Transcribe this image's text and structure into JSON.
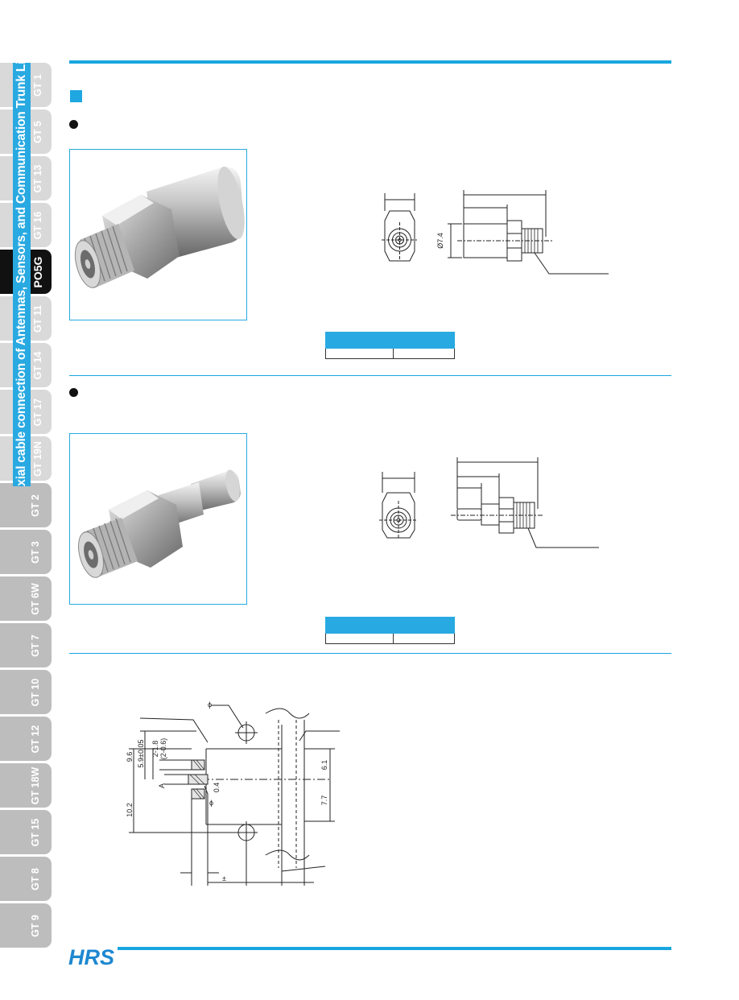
{
  "side_title": "Coaxial cable connection of Antennas, Sensors, and Communication Trunk Lines",
  "tabs": [
    {
      "label": "GT 1",
      "state": "light"
    },
    {
      "label": "GT 5",
      "state": "light"
    },
    {
      "label": "GT 13",
      "state": "light"
    },
    {
      "label": "GT 16",
      "state": "light"
    },
    {
      "label": "PO5G",
      "state": "active"
    },
    {
      "label": "GT 11",
      "state": "light"
    },
    {
      "label": "GT 14",
      "state": "light"
    },
    {
      "label": "GT 17",
      "state": "light"
    },
    {
      "label": "GT 19N",
      "state": "light"
    },
    {
      "label": "GT 2",
      "state": "dark"
    },
    {
      "label": "GT 3",
      "state": "dark"
    },
    {
      "label": "GT 6W",
      "state": "dark"
    },
    {
      "label": "GT 7",
      "state": "dark"
    },
    {
      "label": "GT 10",
      "state": "dark"
    },
    {
      "label": "GT 12",
      "state": "dark"
    },
    {
      "label": "GT 18W",
      "state": "dark"
    },
    {
      "label": "GT 15",
      "state": "dark"
    },
    {
      "label": "GT 8",
      "state": "dark"
    },
    {
      "label": "GT 9",
      "state": "dark"
    }
  ],
  "drawing1": {
    "dia_label": "Ø7.4"
  },
  "drawing3": {
    "phi_top": "ϕ",
    "dim_9_6": "9.6",
    "dim_5_9": "5.9±0.05",
    "dim_2_1_8": "2-1.8",
    "dim_2_0_6": "(2-0.6)",
    "dim_a": "A",
    "dim_0_4": "0.4",
    "phi_mid": "ϕ",
    "dim_6_1": "6.1",
    "dim_7_7": "7.7",
    "dim_10_2": "10.2",
    "pm": "±"
  },
  "logo_text": "HRS",
  "colors": {
    "accent": "#29a9e1",
    "tab_light": "#d9d9d9",
    "tab_dark": "#bdbdbd",
    "tab_active": "#111111"
  }
}
